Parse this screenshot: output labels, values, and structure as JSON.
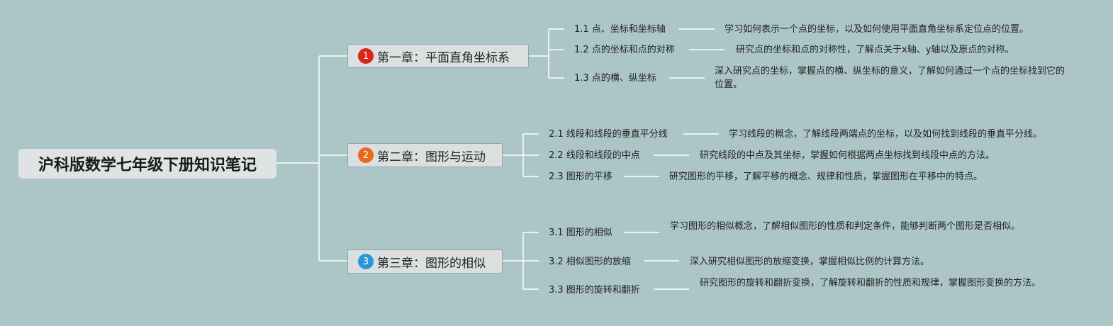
{
  "root": {
    "title": "沪科版数学七年级下册知识笔记"
  },
  "chapters": [
    {
      "number": "1",
      "badge_color": "#d8261b",
      "title": "第一章：平面直角坐标系",
      "sections": [
        {
          "title": "1.1 点、坐标和坐标轴",
          "desc": "学习如何表示一个点的坐标，以及如何使用平面直角坐标系定位点的位置。"
        },
        {
          "title": "1.2 点的坐标和点的对称",
          "desc": "研究点的坐标和点的对称性，了解点关于x轴、y轴以及原点的对称。"
        },
        {
          "title": "1.3 点的横、纵坐标",
          "desc": "深入研究点的坐标，掌握点的横、纵坐标的意义，了解如何通过一个点的坐标找到它的位置。"
        }
      ]
    },
    {
      "number": "2",
      "badge_color": "#e76a1f",
      "title": "第二章：图形与运动",
      "sections": [
        {
          "title": "2.1 线段和线段的垂直平分线",
          "desc": "学习线段的概念，了解线段两端点的坐标，以及如何找到线段的垂直平分线。"
        },
        {
          "title": "2.2 线段和线段的中点",
          "desc": "研究线段的中点及其坐标，掌握如何根据两点坐标找到线段中点的方法。"
        },
        {
          "title": "2.3 图形的平移",
          "desc": "研究图形的平移，了解平移的概念、规律和性质，掌握图形在平移中的特点。"
        }
      ]
    },
    {
      "number": "3",
      "badge_color": "#2a95dc",
      "title": "第三章：图形的相似",
      "sections": [
        {
          "title": "3.1 图形的相似",
          "desc": "学习图形的相似概念，了解相似图形的性质和判定条件，能够判断两个图形是否相似。"
        },
        {
          "title": "3.2 相似图形的放缩",
          "desc": "深入研究相似图形的放缩变换，掌握相似比例的计算方法。"
        },
        {
          "title": "3.3 图形的旋转和翻折",
          "desc": "研究图形的旋转和翻折变换，了解旋转和翻折的性质和规律，掌握图形变换的方法。"
        }
      ]
    }
  ]
}
